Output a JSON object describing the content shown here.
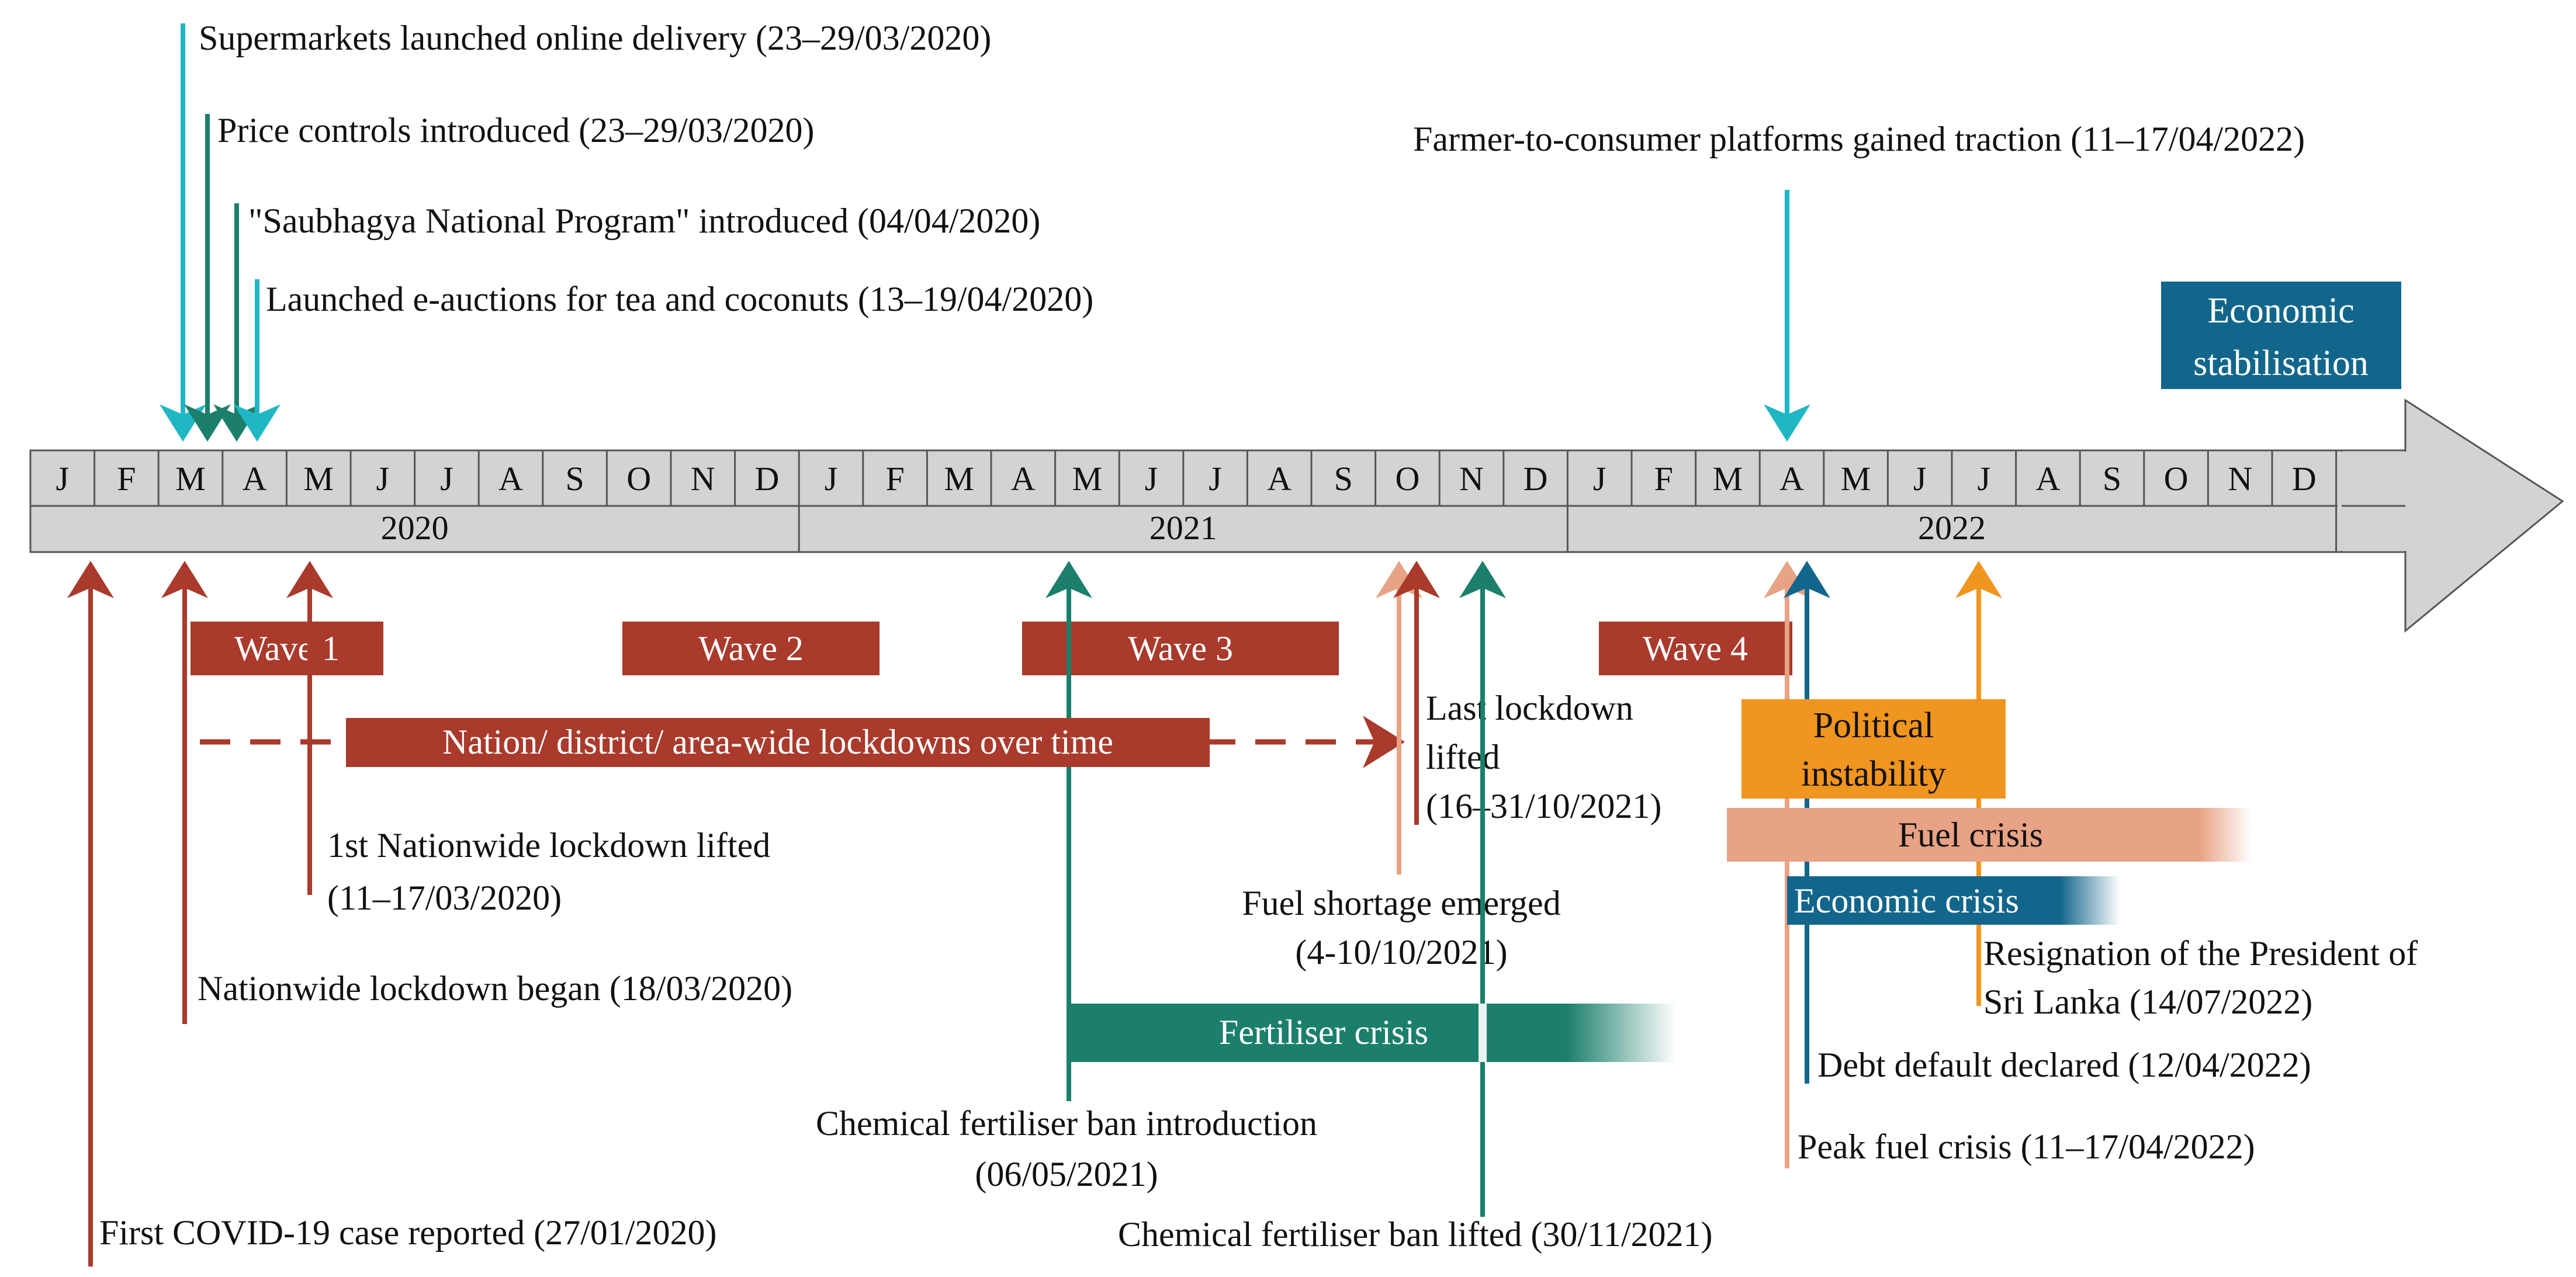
{
  "months": [
    "J",
    "F",
    "M",
    "A",
    "M",
    "J",
    "J",
    "A",
    "S",
    "O",
    "N",
    "D",
    "J",
    "F",
    "M",
    "A",
    "M",
    "J",
    "J",
    "A",
    "S",
    "O",
    "N",
    "D",
    "J",
    "F",
    "M",
    "A",
    "M",
    "J",
    "J",
    "A",
    "S",
    "O",
    "N",
    "D"
  ],
  "years": [
    "2020",
    "2021",
    "2022"
  ],
  "colors": {
    "red": "#a93a2c",
    "teal": "#1b7f6b",
    "cyan": "#1fb7c4",
    "salmon": "#e8a285",
    "orange": "#f0951f",
    "blue": "#12668c",
    "axis_fill": "#d3d3d3"
  },
  "events_above": {
    "supermarkets": "Supermarkets launched online delivery (23–29/03/2020)",
    "price_controls": "Price controls introduced (23–29/03/2020)",
    "saubhagya": "\"Saubhagya National Program\" introduced (04/04/2020)",
    "e_auctions": "Launched e-auctions for tea and coconuts (13–19/04/2020)",
    "farmer_platforms": "Farmer-to-consumer platforms gained traction (11–17/04/2022)"
  },
  "economic_stabilisation": [
    "Economic",
    "stabilisation"
  ],
  "waves": [
    "Wave 1",
    "Wave 2",
    "Wave 3",
    "Wave 4"
  ],
  "lockdowns_label": "Nation/ district/ area-wide lockdowns over time",
  "events_below": {
    "last_lockdown": [
      "Last lockdown",
      "lifted",
      "(16–31/10/2021)"
    ],
    "first_lockdown_lifted": [
      "1st Nationwide lockdown lifted",
      "(11–17/03/2020)"
    ],
    "lockdown_began": "Nationwide lockdown began (18/03/2020)",
    "first_case": "First COVID-19 case reported (27/01/2020)",
    "fuel_shortage": [
      "Fuel shortage emerged",
      "(4-10/10/2021)"
    ],
    "ban_introduction": [
      "Chemical fertiliser ban introduction",
      "(06/05/2021)"
    ],
    "ban_lifted": "Chemical fertiliser ban lifted (30/11/2021)",
    "resignation": [
      "Resignation of the President of",
      "Sri Lanka  (14/07/2022)"
    ],
    "debt_default": "Debt default declared (12/04/2022)",
    "peak_fuel": "Peak fuel crisis (11–17/04/2022)"
  },
  "crises": {
    "fertiliser": "Fertiliser  crisis",
    "political": [
      "Political",
      "instability"
    ],
    "fuel": "Fuel crisis",
    "economic": "Economic crisis"
  }
}
